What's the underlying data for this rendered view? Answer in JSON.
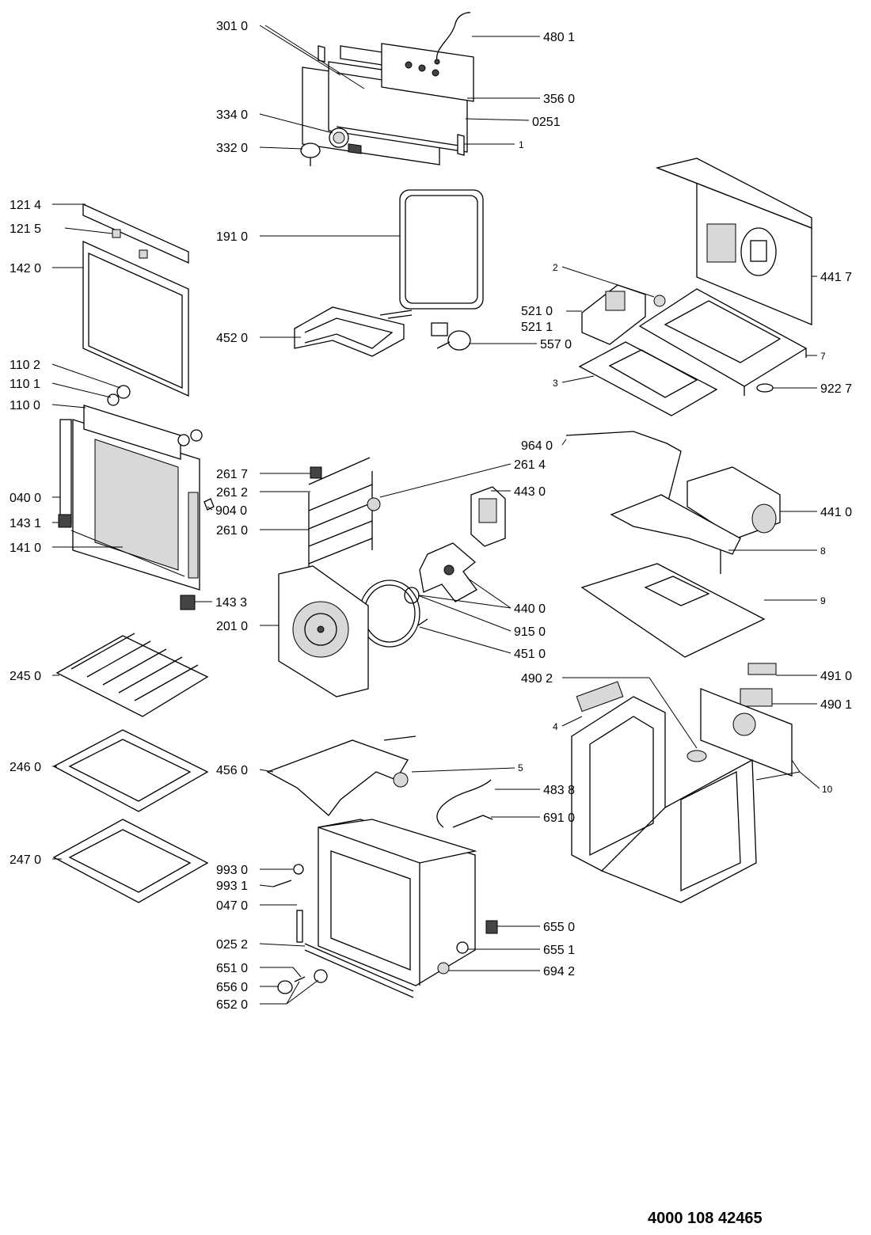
{
  "document_number": "4000 108 42465",
  "labels": [
    {
      "id": "301-0",
      "text": "301 0"
    },
    {
      "id": "480-1",
      "text": "480 1"
    },
    {
      "id": "356-0",
      "text": "356 0"
    },
    {
      "id": "0251",
      "text": "0251"
    },
    {
      "id": "334-0",
      "text": "334 0"
    },
    {
      "id": "332-0",
      "text": "332 0"
    },
    {
      "id": "1",
      "text": "1"
    },
    {
      "id": "121-4",
      "text": "121 4"
    },
    {
      "id": "121-5",
      "text": "121 5"
    },
    {
      "id": "142-0",
      "text": "142 0"
    },
    {
      "id": "191-0",
      "text": "191 0"
    },
    {
      "id": "452-0",
      "text": "452 0"
    },
    {
      "id": "2",
      "text": "2"
    },
    {
      "id": "521-0",
      "text": "521 0"
    },
    {
      "id": "521-1",
      "text": "521 1"
    },
    {
      "id": "557-0",
      "text": "557 0"
    },
    {
      "id": "441-7",
      "text": "441 7"
    },
    {
      "id": "7",
      "text": "7"
    },
    {
      "id": "3",
      "text": "3"
    },
    {
      "id": "922-7",
      "text": "922 7"
    },
    {
      "id": "110-2",
      "text": "110 2"
    },
    {
      "id": "110-1",
      "text": "110 1"
    },
    {
      "id": "110-0",
      "text": "110 0"
    },
    {
      "id": "964-0",
      "text": "964 0"
    },
    {
      "id": "261-4",
      "text": "261 4"
    },
    {
      "id": "261-7",
      "text": "261 7"
    },
    {
      "id": "443-0",
      "text": "443 0"
    },
    {
      "id": "261-2",
      "text": "261 2"
    },
    {
      "id": "904-0",
      "text": "904 0"
    },
    {
      "id": "040-0",
      "text": "040 0"
    },
    {
      "id": "441-0",
      "text": "441 0"
    },
    {
      "id": "143-1",
      "text": "143 1"
    },
    {
      "id": "261-0",
      "text": "261 0"
    },
    {
      "id": "141-0",
      "text": "141 0"
    },
    {
      "id": "8",
      "text": "8"
    },
    {
      "id": "143-3",
      "text": "143 3"
    },
    {
      "id": "440-0",
      "text": "440 0"
    },
    {
      "id": "201-0",
      "text": "201 0"
    },
    {
      "id": "915-0",
      "text": "915 0"
    },
    {
      "id": "9",
      "text": "9"
    },
    {
      "id": "451-0",
      "text": "451 0"
    },
    {
      "id": "245-0",
      "text": "245 0"
    },
    {
      "id": "490-2",
      "text": "490 2"
    },
    {
      "id": "491-0",
      "text": "491 0"
    },
    {
      "id": "490-1",
      "text": "490 1"
    },
    {
      "id": "4",
      "text": "4"
    },
    {
      "id": "246-0",
      "text": "246 0"
    },
    {
      "id": "456-0",
      "text": "456 0"
    },
    {
      "id": "5",
      "text": "5"
    },
    {
      "id": "483-8",
      "text": "483 8"
    },
    {
      "id": "10",
      "text": "10"
    },
    {
      "id": "691-0",
      "text": "691 0"
    },
    {
      "id": "247-0",
      "text": "247 0"
    },
    {
      "id": "993-0",
      "text": "993 0"
    },
    {
      "id": "993-1",
      "text": "993 1"
    },
    {
      "id": "047-0",
      "text": "047 0"
    },
    {
      "id": "655-0",
      "text": "655 0"
    },
    {
      "id": "025-2",
      "text": "025 2"
    },
    {
      "id": "655-1",
      "text": "655 1"
    },
    {
      "id": "694-2",
      "text": "694 2"
    },
    {
      "id": "651-0",
      "text": "651 0"
    },
    {
      "id": "656-0",
      "text": "656 0"
    },
    {
      "id": "652-0",
      "text": "652 0"
    }
  ]
}
